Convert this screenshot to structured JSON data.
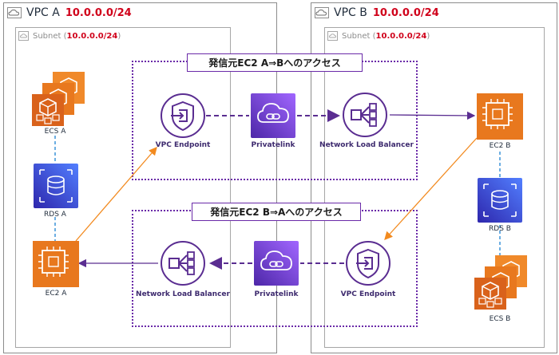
{
  "vpc_a": {
    "label": "VPC A",
    "cidr": "10.0.0.0/24"
  },
  "vpc_b": {
    "label": "VPC B",
    "cidr": "10.0.0.0/24"
  },
  "subnet_a": {
    "label": "Subnet",
    "cidr": "10.0.0.0/24"
  },
  "subnet_b": {
    "label": "Subnet",
    "cidr": "10.0.0.0/24"
  },
  "group_top": {
    "title": "発信元EC2 A⇒Bへのアクセス"
  },
  "group_bottom": {
    "title": "発信元EC2 B⇒Aへのアクセス"
  },
  "nodes": {
    "ecs_a": "ECS A",
    "rds_a": "RDS A",
    "ec2_a": "EC2 A",
    "vpce_top": "VPC Endpoint",
    "privatelink_top": "Privatelink",
    "nlb_top": "Network Load Balancer",
    "ec2_b": "EC2 B",
    "rds_b": "RDS B",
    "ecs_b": "ECS B",
    "nlb_bottom": "Network Load Balancer",
    "privatelink_bottom": "Privatelink",
    "vpce_bottom": "VPC Endpoint"
  },
  "colors": {
    "cidr": "#d0021b",
    "group_border": "#6a2aa8",
    "flow_arrow": "#5a2d91",
    "orange_arrow": "#f28a1f",
    "connector": "#2e8bd6"
  }
}
